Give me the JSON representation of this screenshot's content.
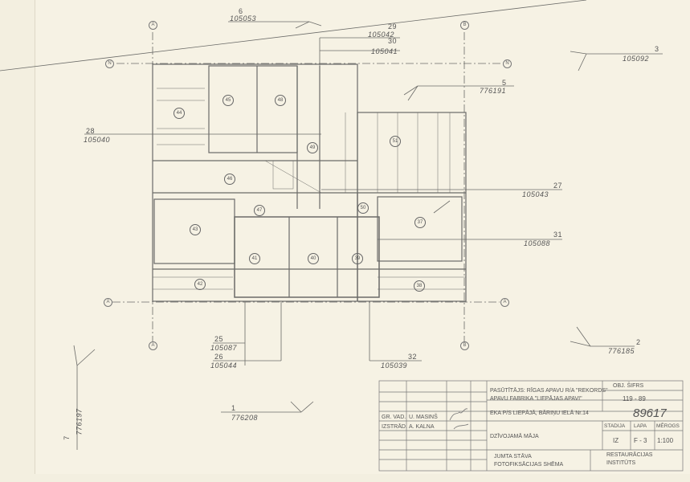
{
  "callouts": [
    {
      "id": "6",
      "code": "105053"
    },
    {
      "id": "29",
      "code": "105042"
    },
    {
      "id": "30",
      "code": "105041"
    },
    {
      "id": "3",
      "code": "105092"
    },
    {
      "id": "5",
      "code": "776191"
    },
    {
      "id": "28",
      "code": "105040"
    },
    {
      "id": "27",
      "code": "105043"
    },
    {
      "id": "31",
      "code": "105088"
    },
    {
      "id": "25",
      "code": "105087"
    },
    {
      "id": "26",
      "code": "105044"
    },
    {
      "id": "32",
      "code": "105039"
    },
    {
      "id": "2",
      "code": "776185"
    },
    {
      "id": "1",
      "code": "776208"
    },
    {
      "id": "7",
      "code": "776197"
    }
  ],
  "rooms": [
    "44",
    "45",
    "48",
    "49",
    "51",
    "46",
    "47",
    "50",
    "37",
    "43",
    "41",
    "40",
    "39",
    "42",
    "38"
  ],
  "axes": {
    "a": "A",
    "b": "B",
    "n": "N"
  },
  "title_block": {
    "client_line1": "PASŪTĪTĀJS: RĪGAS APAVU R/A \"REKORDS\"",
    "client_line2": "APAVU FABRIKA \"LIEPĀJAS APAVI\"",
    "address": "EKA P/S LIEPĀJĀ, BĀRIŅU IELĀ Nr.14",
    "obj_label": "OBJ. ŠIFRS",
    "obj_code": "119 - 89",
    "sheet_number": "89617",
    "role1": "GR. VAD.",
    "name1": "U. MASINŠ",
    "role2": "IZSTRĀD.",
    "name2": "A. KALNA",
    "building": "DZĪVOJAMĀ MĀJA",
    "stadija_label": "STADIJA",
    "lapa_label": "LAPA",
    "merogs_label": "MĒROGS",
    "stadija": "IZ",
    "lapa": "F - 3",
    "merogs": "1:100",
    "drawing_title1": "JUMTA STĀVA",
    "drawing_title2": "FOTOFIKSĀCIJAS SHĒMA",
    "institute1": "RESTAURĀCIJAS",
    "institute2": "INSTITŪTS"
  }
}
